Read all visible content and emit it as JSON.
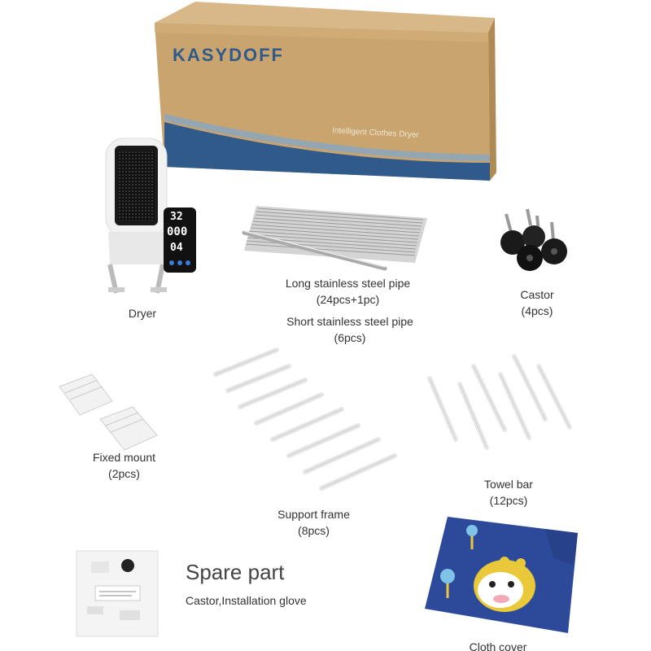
{
  "box": {
    "brand": "KASYDOFF",
    "product": "Intelligent Clothes Dryer"
  },
  "dryer": {
    "display_temp": "32",
    "display_time": "000",
    "display_mode": "04",
    "label": "Dryer"
  },
  "pipes": {
    "long_label": "Long stainless steel pipe",
    "long_qty": "(24pcs+1pc)",
    "short_label": "Short stainless steel pipe",
    "short_qty": "(6pcs)"
  },
  "castor": {
    "label": "Castor",
    "qty": "(4pcs)"
  },
  "fixed_mount": {
    "label": "Fixed mount",
    "qty": "(2pcs)"
  },
  "support_frame": {
    "label": "Support frame",
    "qty": "(8pcs)"
  },
  "towel_bar": {
    "label": "Towel bar",
    "qty": "(12pcs)"
  },
  "spare_part": {
    "title": "Spare part",
    "items": "Castor,Installation glove"
  },
  "cloth_cover": {
    "label": "Cloth cover"
  },
  "colors": {
    "cardboard": "#c9a46f",
    "box_band": "#2f5a8a",
    "cover_blue": "#2d4a9a",
    "giraffe_yellow": "#e9c83a"
  }
}
